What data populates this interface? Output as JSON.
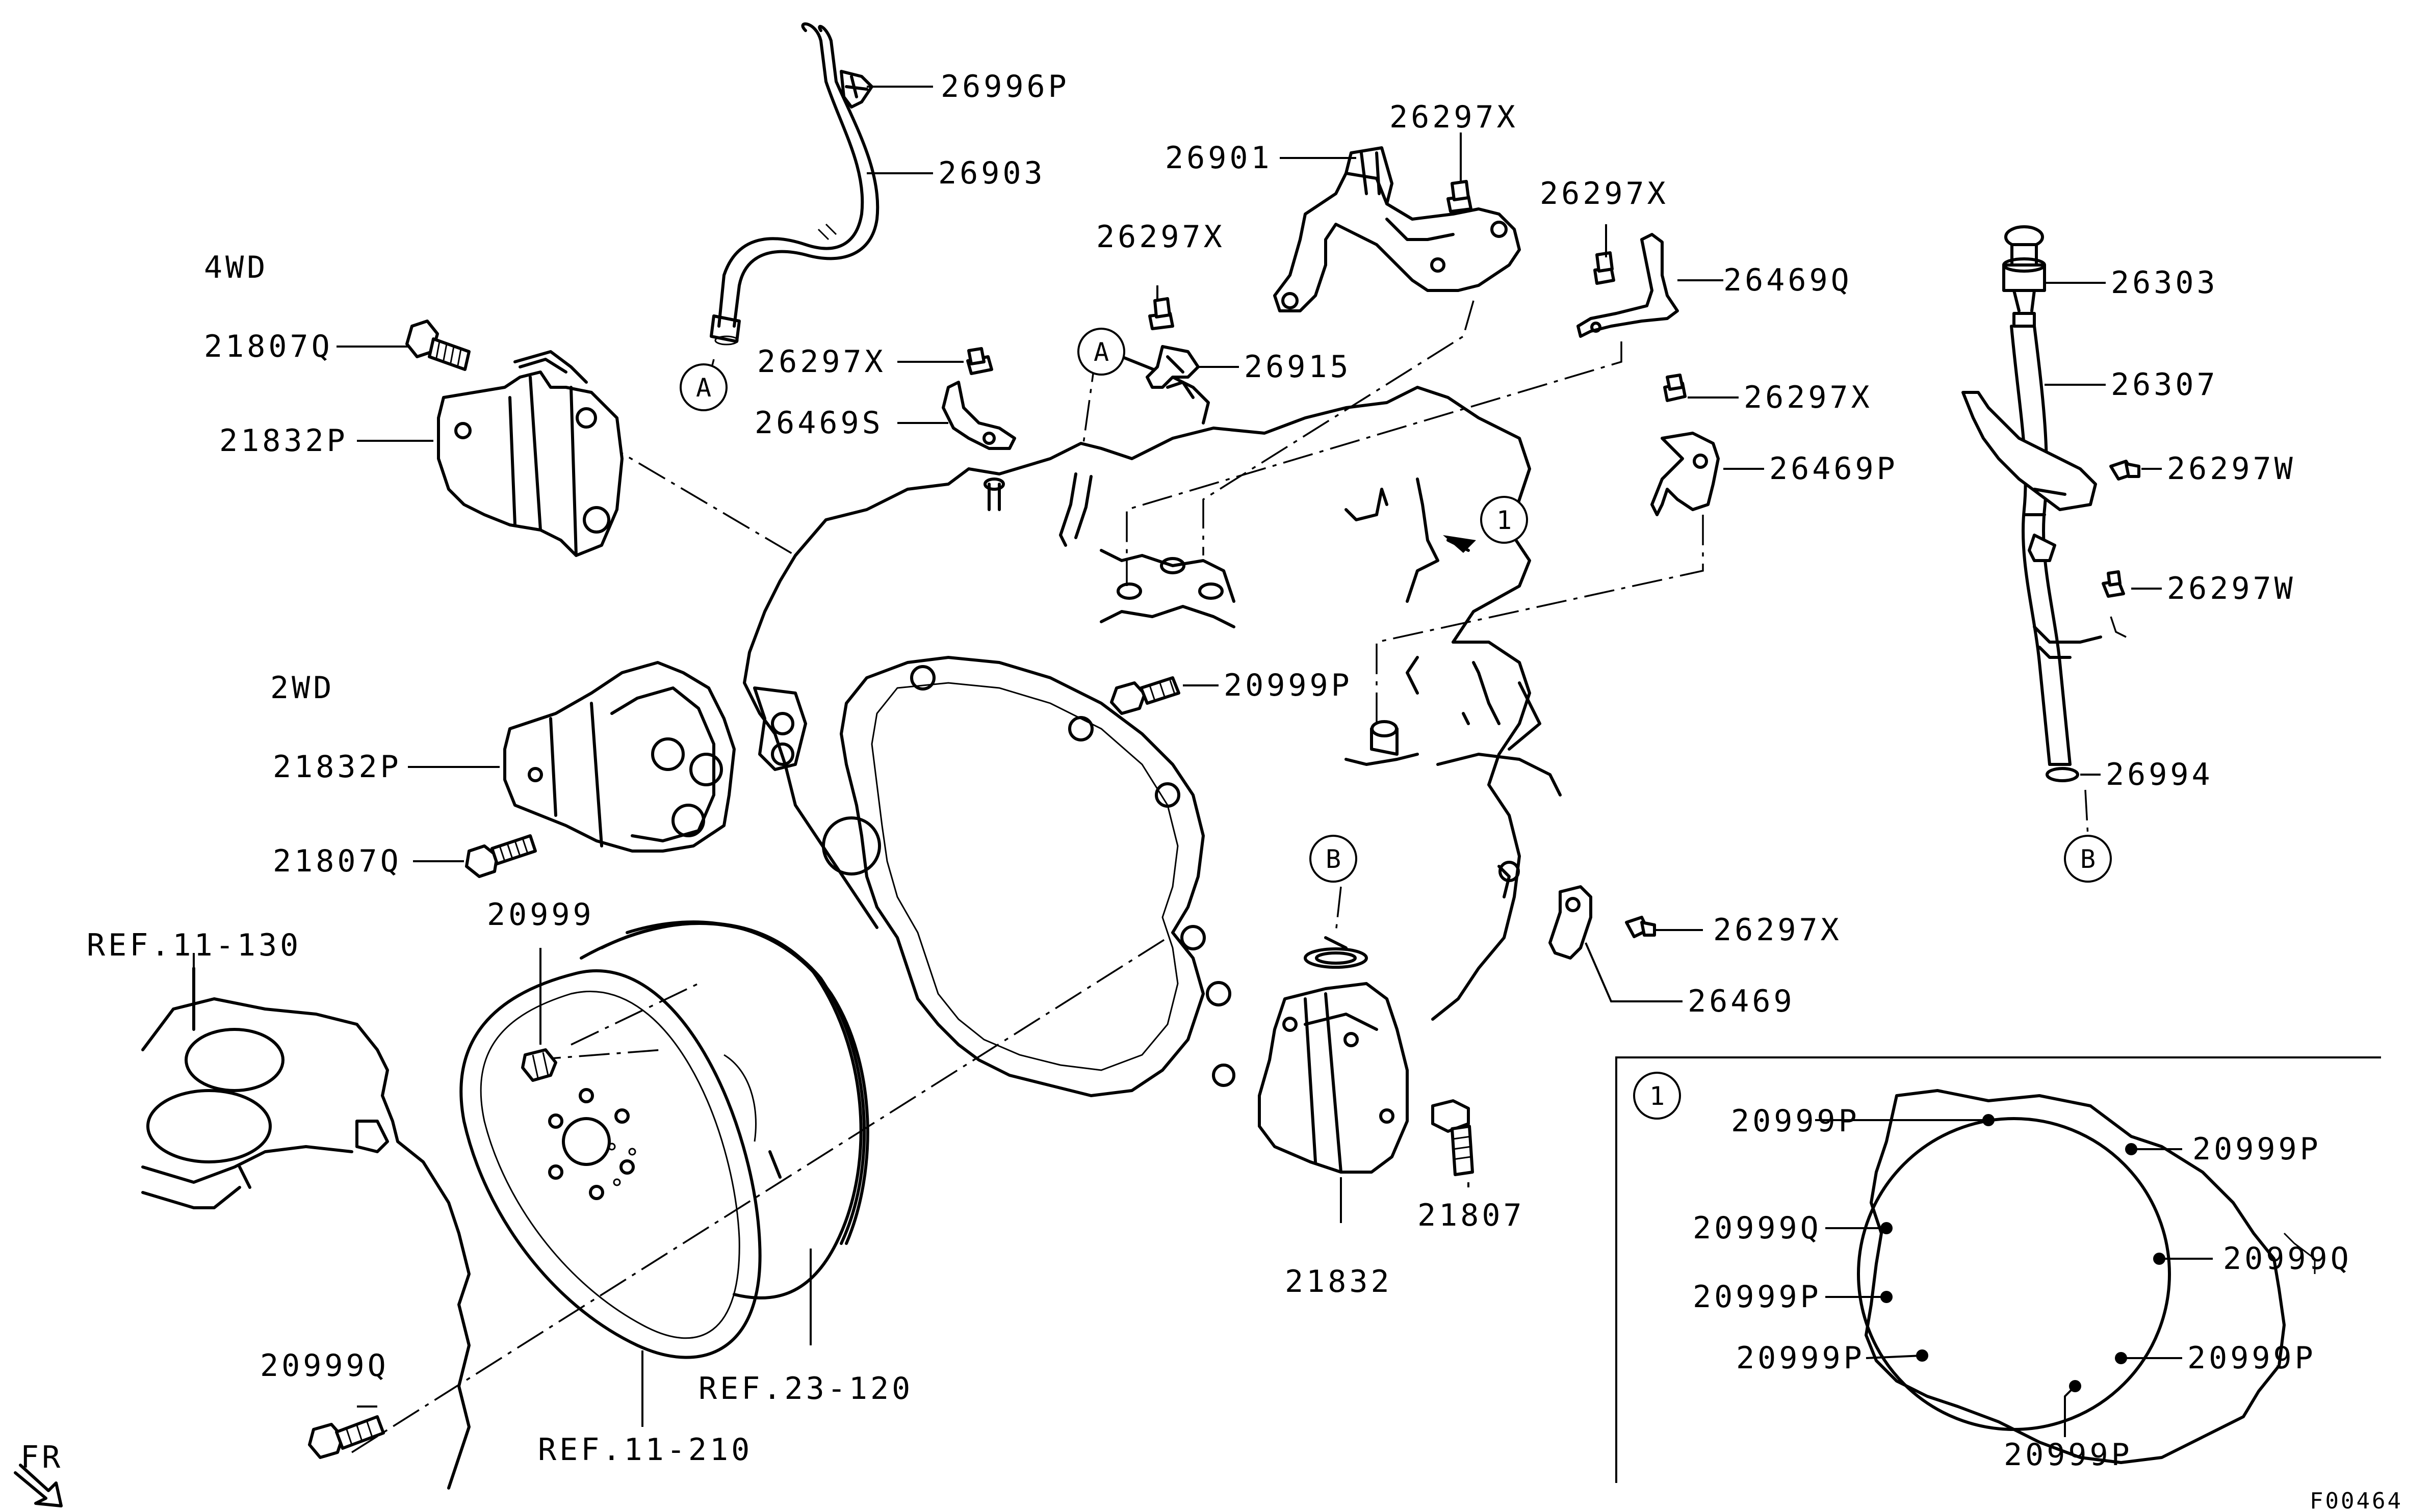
{
  "labels": {
    "p26996P": "26996P",
    "p26903": "26903",
    "p26901": "26901",
    "p26297X_a": "26297X",
    "p26297X_b": "26297X",
    "p26297X_c": "26297X",
    "p26297X_d": "26297X",
    "p26297X_e": "26297X",
    "p26297X_f": "26297X",
    "p26469Q": "26469Q",
    "p26303": "26303",
    "p26307": "26307",
    "p26297W_a": "26297W",
    "p26297W_b": "26297W",
    "p26915": "26915",
    "p26469S": "26469S",
    "p26469P": "26469P",
    "p21807Q_4wd": "21807Q",
    "p21832P_4wd": "21832P",
    "p21832P_2wd": "21832P",
    "p21807Q_2wd": "21807Q",
    "p20999P_main": "20999P",
    "p26994": "26994",
    "p26469": "26469",
    "p20999": "20999",
    "p21807": "21807",
    "p21832": "21832",
    "p20999Q_main": "20999Q",
    "ref11130": "REF.11-130",
    "ref23120": "REF.23-120",
    "ref11210": "REF.11-210",
    "inset_20999P_1": "20999P",
    "inset_20999P_2": "20999P",
    "inset_20999Q_1": "20999Q",
    "inset_20999Q_2": "20999Q",
    "inset_20999P_3": "20999P",
    "inset_20999P_4": "20999P",
    "inset_20999P_5": "20999P",
    "inset_20999P_6": "20999P"
  },
  "variants": {
    "fourwd": "4WD",
    "twowd": "2WD"
  },
  "callouts": {
    "a_left": "A",
    "a_right": "A",
    "b_left": "B",
    "b_right": "B",
    "one_main": "1",
    "one_inset": "1"
  },
  "direction": "FR",
  "figure_code": "F00464"
}
